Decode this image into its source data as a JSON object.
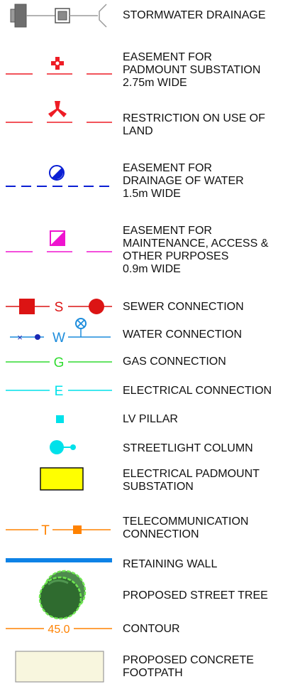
{
  "colors": {
    "stormwater": "#6e6e6e",
    "easement_red": "#ee1c25",
    "drainage_blue": "#0a1fd4",
    "maintenance_magenta": "#ef13cf",
    "sewer_red": "#dc1414",
    "water_blue": "#1c8cdc",
    "water_marker_blue": "#1a28b4",
    "gas_green": "#32dc32",
    "electrical_cyan": "#00e1ea",
    "padmount_fill": "#ffff00",
    "telecom_orange": "#ff8200",
    "retaining_wall_blue": "#0e82e6",
    "tree_green": "#3a7a3a",
    "tree_outline": "#6ee650",
    "contour_orange": "#ff8200",
    "footpath_fill": "#f8f6de"
  },
  "legend": {
    "items": [
      {
        "symbol": "stormwater-drainage-symbol",
        "label": "STORMWATER DRAINAGE"
      },
      {
        "symbol": "padmount-easement-symbol",
        "label": "EASEMENT FOR\nPADMOUNT SUBSTATION\n2.75m WIDE"
      },
      {
        "symbol": "restriction-symbol",
        "label": "RESTRICTION ON USE OF\nLAND"
      },
      {
        "symbol": "drainage-easement-symbol",
        "label": "EASEMENT FOR\nDRAINAGE OF WATER\n1.5m WIDE"
      },
      {
        "symbol": "maintenance-easement-symbol",
        "label": "EASEMENT FOR\nMAINTENANCE, ACCESS &\nOTHER PURPOSES\n0.9m WIDE"
      },
      {
        "symbol": "sewer-connection-symbol",
        "label": "SEWER CONNECTION",
        "letter": "S"
      },
      {
        "symbol": "water-connection-symbol",
        "label": "WATER CONNECTION",
        "letter": "W"
      },
      {
        "symbol": "gas-connection-symbol",
        "label": "GAS CONNECTION",
        "letter": "G"
      },
      {
        "symbol": "electrical-connection-symbol",
        "label": "ELECTRICAL CONNECTION",
        "letter": "E"
      },
      {
        "symbol": "lv-pillar-symbol",
        "label": "LV PILLAR"
      },
      {
        "symbol": "streetlight-column-symbol",
        "label": "STREETLIGHT COLUMN"
      },
      {
        "symbol": "padmount-substation-symbol",
        "label": "ELECTRICAL PADMOUNT\nSUBSTATION"
      },
      {
        "symbol": "telecom-connection-symbol",
        "label": "TELECOMMUNICATION\nCONNECTION",
        "letter": "T"
      },
      {
        "symbol": "retaining-wall-symbol",
        "label": "RETAINING WALL"
      },
      {
        "symbol": "street-tree-symbol",
        "label": "PROPOSED STREET TREE"
      },
      {
        "symbol": "contour-symbol",
        "label": "CONTOUR",
        "value": "45.0"
      },
      {
        "symbol": "concrete-footpath-symbol",
        "label": "PROPOSED CONCRETE\nFOOTPATH"
      }
    ]
  }
}
